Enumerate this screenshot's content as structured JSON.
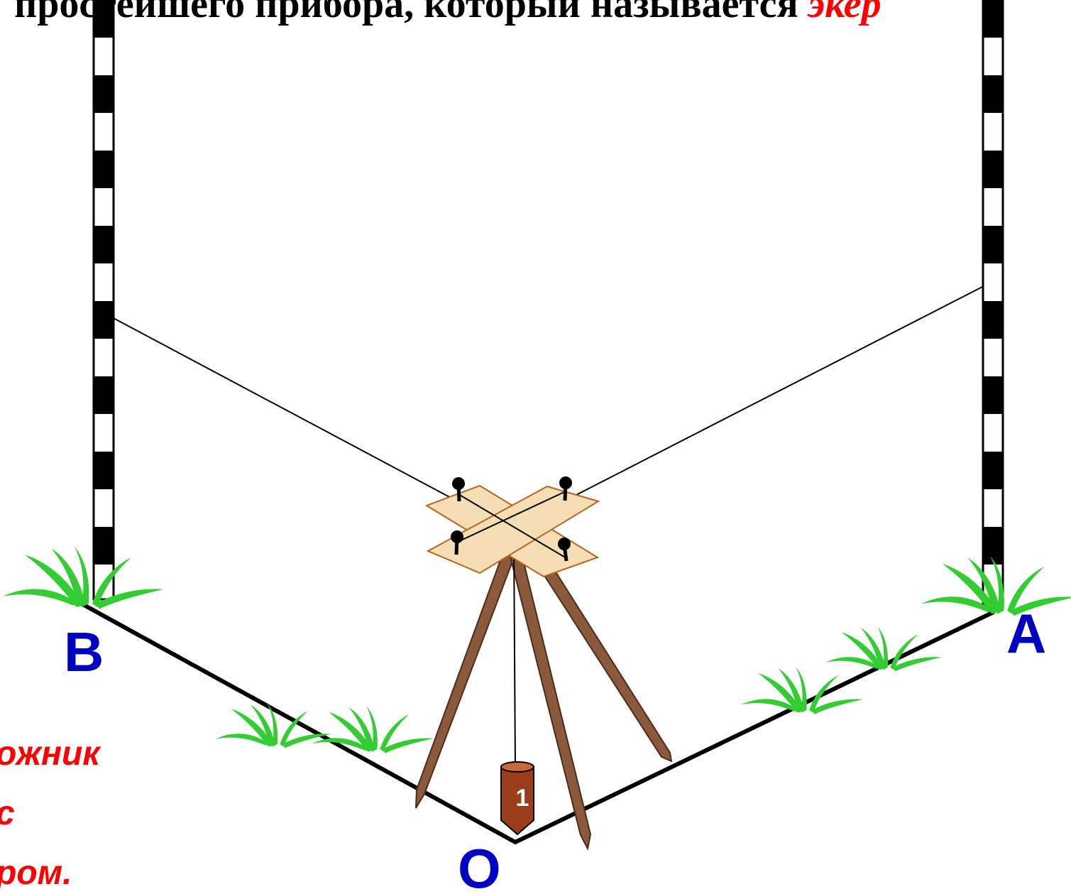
{
  "title": {
    "text": "простейшего прибора, который называется ",
    "accent": "экер"
  },
  "points": {
    "b": "В",
    "a": "А",
    "o": "О"
  },
  "peg": {
    "number": "1"
  },
  "note": {
    "line1": "ожник",
    "line2": "с",
    "line3": "ром."
  },
  "colors": {
    "point_labels": "#0000c0",
    "accent_text": "#ff0000",
    "grass": "#33cc33",
    "board": "#f5deb3",
    "board_edge": "#a0522d",
    "tripod_leg": "#8b5a3c",
    "peg": "#9b3c1a"
  }
}
